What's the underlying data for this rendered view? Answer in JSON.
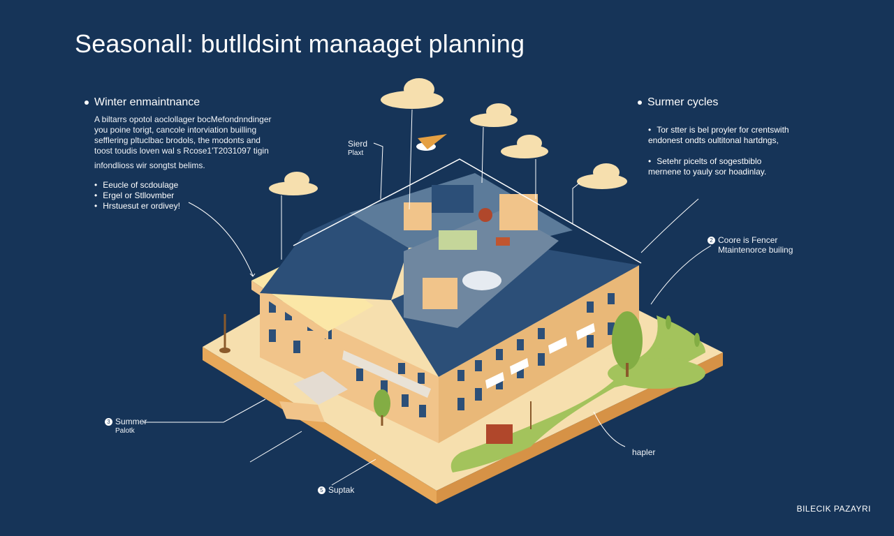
{
  "title": "Seasonall: butlldsint manaaget planning",
  "winter": {
    "heading": "Winter enmaintnance",
    "paragraph": [
      "A biltarrs opotol aoclollager bocMefondnndinger",
      "you poine torigt, cancole intorviation builling",
      "sefflering pltuclbac brodols, the modonts and",
      "toost toudis loven wal s Rcose1'T2031097 tigin",
      "infondlioss wir songtst belims."
    ],
    "bullets": [
      "Eeucle of scdoulage",
      "Ergel or Stllovmber",
      "Hrstuesut er ordivey!"
    ]
  },
  "summer": {
    "heading": "Surmer cycles",
    "bullets": [
      "Tor stter is bel proyler for crentswith\nendonest ondts oultitonal hartdngs,",
      "Setehr picelts of sogestbiblo\nmernene to yauly sor hoadinlay."
    ]
  },
  "callouts": {
    "sierd": "Sierd",
    "plaxt": "Plaxt",
    "coore": "Coore is Fencer",
    "maintenance": "Mtaintenorce builing",
    "summer": "Summer",
    "palotk": "Palotk",
    "supbak": "Suptak",
    "hapier": "hapler",
    "num_coore": "2",
    "num_summer": "3",
    "num_supbak": "5"
  },
  "footer": "BILECIK PAZAYRI",
  "colors": {
    "background": "#163458",
    "roof": "#2c4f78",
    "wall": "#f1c48a",
    "base": "#f6dfae",
    "grass": "#a3c35c",
    "cloud": "#f6dfae"
  }
}
